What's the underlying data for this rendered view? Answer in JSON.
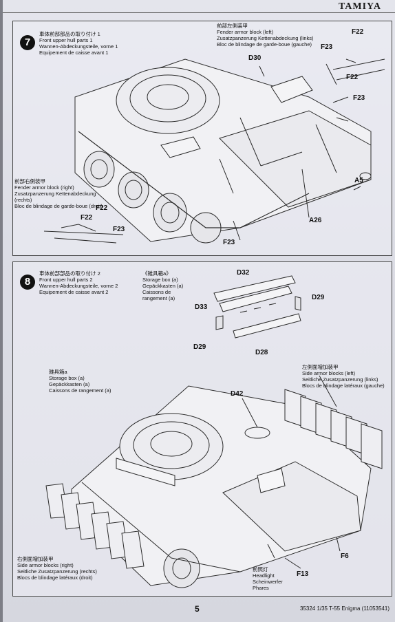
{
  "header": {
    "brand": "TAMIYA"
  },
  "step7": {
    "number": "7",
    "title_jp": "車体前部部品の取り付け 1",
    "title_en": "Front upper hull parts 1",
    "title_de": "Wannen-Abdeckungsteile, vorne 1",
    "title_fr": "Equipement de caisse avant 1",
    "left_block": {
      "jp": "前部左側装甲",
      "en": "Fender armor block (left)",
      "de": "Zusatzpanzerung Kettenabdeckung (links)",
      "fr": "Bloc de blindage de garde-boue (gauche)"
    },
    "right_block": {
      "jp": "前部右側装甲",
      "en": "Fender armor block (right)",
      "de1": "Zusatzpanzerung Kettenabdeckung",
      "de2": "(rechts)",
      "fr": "Bloc de blindage de garde-boue (droit)"
    },
    "parts": {
      "d30": "D30",
      "f22_top": "F22",
      "f23_top": "F23",
      "f22_mid": "F22",
      "f23_mid": "F23",
      "a5": "A5",
      "a26": "A26",
      "f23_bottom": "F23",
      "f22_left_a": "F22",
      "f22_left_b": "F22",
      "f23_left": "F23"
    }
  },
  "step8": {
    "number": "8",
    "title_jp": "車体前部部品の取り付け 2",
    "title_en": "Front upper hull parts 2",
    "title_de": "Wannen-Abdeckungsteile, vorne 2",
    "title_fr": "Equipement de caisse avant 2",
    "storage_top": {
      "jp": "《雑具箱a》",
      "en": "Storage box (a)",
      "de": "Gepäckkasten (a)",
      "fr1": "Caissons de",
      "fr2": "rangement (a)"
    },
    "storage_left": {
      "jp": "雑具箱a",
      "en": "Storage box (a)",
      "de": "Gepäckkasten (a)",
      "fr": "Caissons de rangement (a)"
    },
    "side_left": {
      "jp": "左側面増加装甲",
      "en": "Side armor blocks (left)",
      "de": "Seitliche Zusatzpanzerung (links)",
      "fr": "Blocs de blindage latéraux (gauche)"
    },
    "side_right": {
      "jp": "右側面増加装甲",
      "en": "Side armor blocks (right)",
      "de": "Seitliche Zusatzpanzerung (rechts)",
      "fr": "Blocs de blindage latéraux (droit)"
    },
    "headlight": {
      "jp": "前照灯",
      "en": "Headlight",
      "de": "Scheinwerfer",
      "fr": "Phares"
    },
    "parts": {
      "d32": "D32",
      "d33": "D33",
      "d29_right": "D29",
      "d29_left": "D29",
      "d28": "D28",
      "d42": "D42",
      "f6": "F6",
      "f13": "F13"
    }
  },
  "footer": {
    "page": "5",
    "code": "35324  1/35 T-55 Enigma (11053541)"
  }
}
